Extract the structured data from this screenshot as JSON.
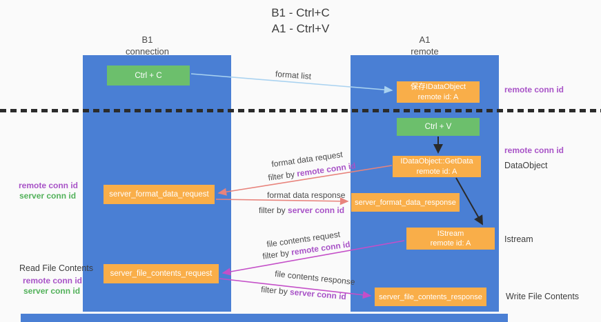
{
  "title": {
    "line1": "B1 - Ctrl+C",
    "line2": "A1 - Ctrl+V"
  },
  "columns": {
    "left": {
      "header_line1": "B1",
      "header_line2": "connection"
    },
    "right": {
      "header_line1": "A1",
      "header_line2": "remote"
    }
  },
  "nodes": {
    "ctrl_c": {
      "label": "Ctrl + C"
    },
    "save_dataobject": {
      "line1": "保存IDataObject",
      "line2": "remote id: A"
    },
    "ctrl_v": {
      "label": "Ctrl + V"
    },
    "getdata": {
      "line1": "IDataObject::GetData",
      "line2": "remote id: A"
    },
    "server_format_data_request": {
      "label": "server_format_data_request"
    },
    "server_format_data_response": {
      "label": "server_format_data_response"
    },
    "istream": {
      "line1": "IStream",
      "line2": "remote id: A"
    },
    "server_file_contents_request": {
      "label": "server_file_contents_request"
    },
    "server_file_contents_response": {
      "label": "server_file_contents_response"
    }
  },
  "side_labels": {
    "right_remote_conn_id_top": "remote conn id",
    "right_remote_conn_id_mid": "remote conn id",
    "dataobject": "DataObject",
    "istream": "Istream",
    "write_file_contents": "Write File Contents",
    "left_remote_conn_id_top": "remote conn id",
    "left_server_conn_id_top": "server conn id",
    "read_file_contents": "Read File Contents",
    "left_remote_conn_id_bottom": "remote conn id",
    "left_server_conn_id_bottom": "server conn id"
  },
  "arrow_labels": {
    "format_list": "format list",
    "format_data_request": "format data request",
    "format_data_response": "format data response",
    "file_contents_request": "file contents request",
    "file_contents_response": "file contents response",
    "filter_by": "filter by ",
    "remote_conn_id": "remote conn id",
    "server_conn_id": "server conn id"
  },
  "colors": {
    "blue": "#4a7fd4",
    "green": "#6cbf6c",
    "orange": "#f9ae49",
    "purple": "#a853c7",
    "text_green": "#52b15a",
    "salmon": "#e8837c",
    "magenta": "#c44fc8",
    "lightblue": "#a9d2f0"
  }
}
